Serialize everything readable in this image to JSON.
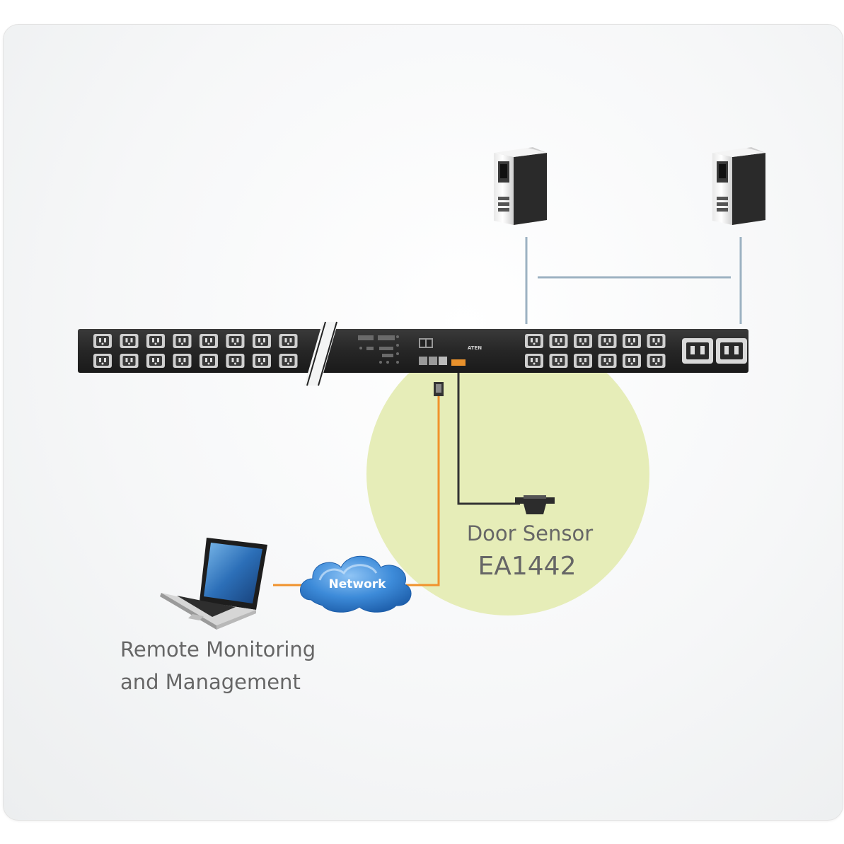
{
  "network_label": "Network",
  "brand_label": "ATEN",
  "sensor": {
    "name": "Door Sensor",
    "model": "EA1442"
  },
  "remote": {
    "line1": "Remote Monitoring",
    "line2": "and Management"
  },
  "colors": {
    "highlight_circle": "#e6edb8",
    "network_cable": "#f0922c",
    "server_link": "#9db2c2",
    "pdu_body": "#2b2b2b",
    "cloud": "#2f7fd0"
  },
  "icons": [
    "server-tower-icon",
    "laptop-icon",
    "cloud-icon",
    "door-sensor-icon",
    "pdu-icon"
  ]
}
